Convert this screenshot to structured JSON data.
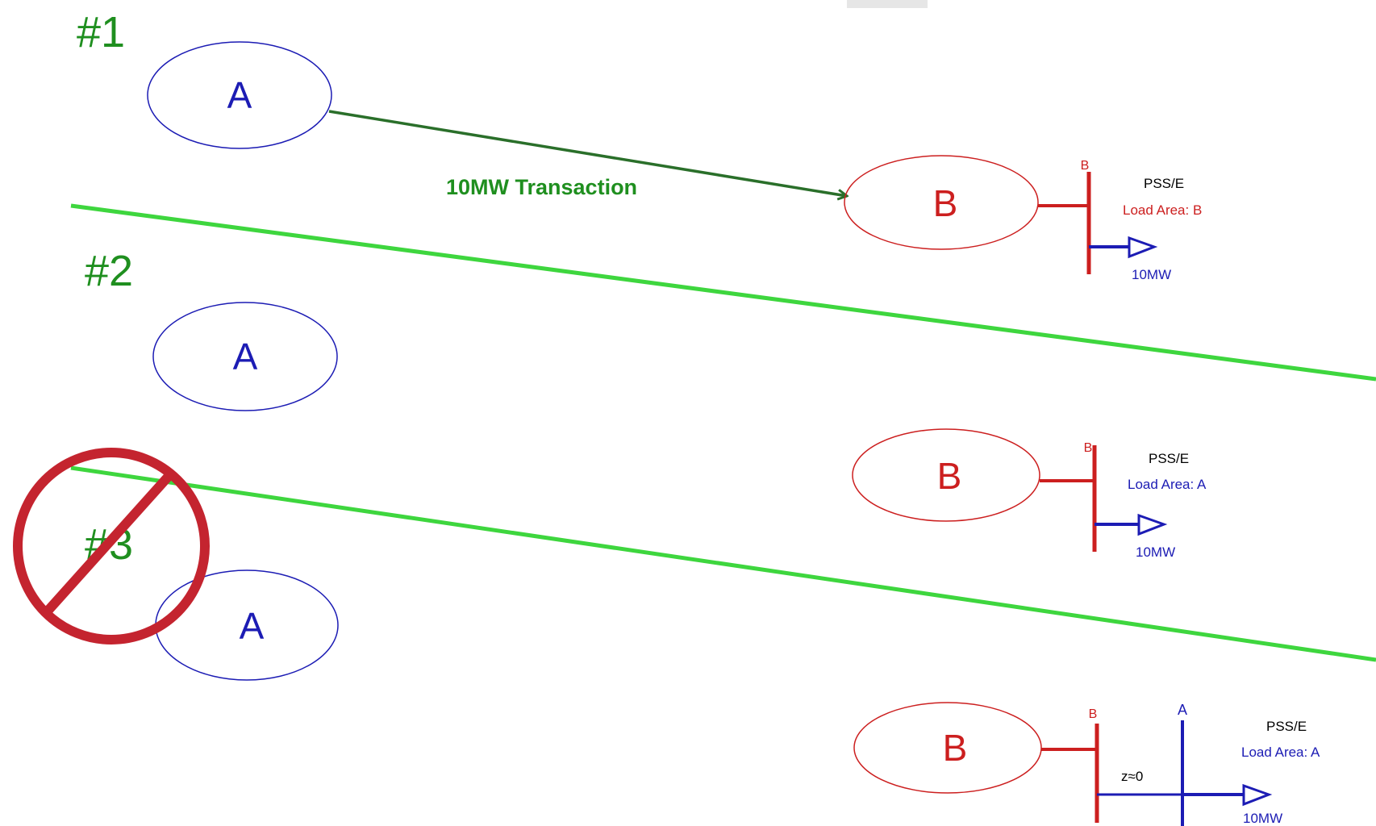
{
  "colors": {
    "green_dark": "#1f8f1f",
    "green_divider": "#3ed63e",
    "arrow_green": "#2a6f2a",
    "blue": "#1c1cb4",
    "red": "#cc1f1f",
    "no_symbol": "#c4242f"
  },
  "case1": {
    "number": "#1",
    "area_a": "A",
    "area_b": "B",
    "transaction": "10MW Transaction",
    "bus_label": "B",
    "pss": "PSS/E",
    "load_area": "Load Area: B",
    "load": "10MW"
  },
  "case2": {
    "number": "#2",
    "area_a": "A",
    "area_b": "B",
    "bus_label": "B",
    "pss": "PSS/E",
    "load_area": "Load Area: A",
    "load": "10MW"
  },
  "case3": {
    "number": "#3",
    "area_a": "A",
    "area_b": "B",
    "bus_label_b": "B",
    "bus_label_a": "A",
    "impedance": "z≈0",
    "pss": "PSS/E",
    "load_area": "Load Area: A",
    "load": "10MW",
    "rejected_icon": "prohibited-icon"
  }
}
